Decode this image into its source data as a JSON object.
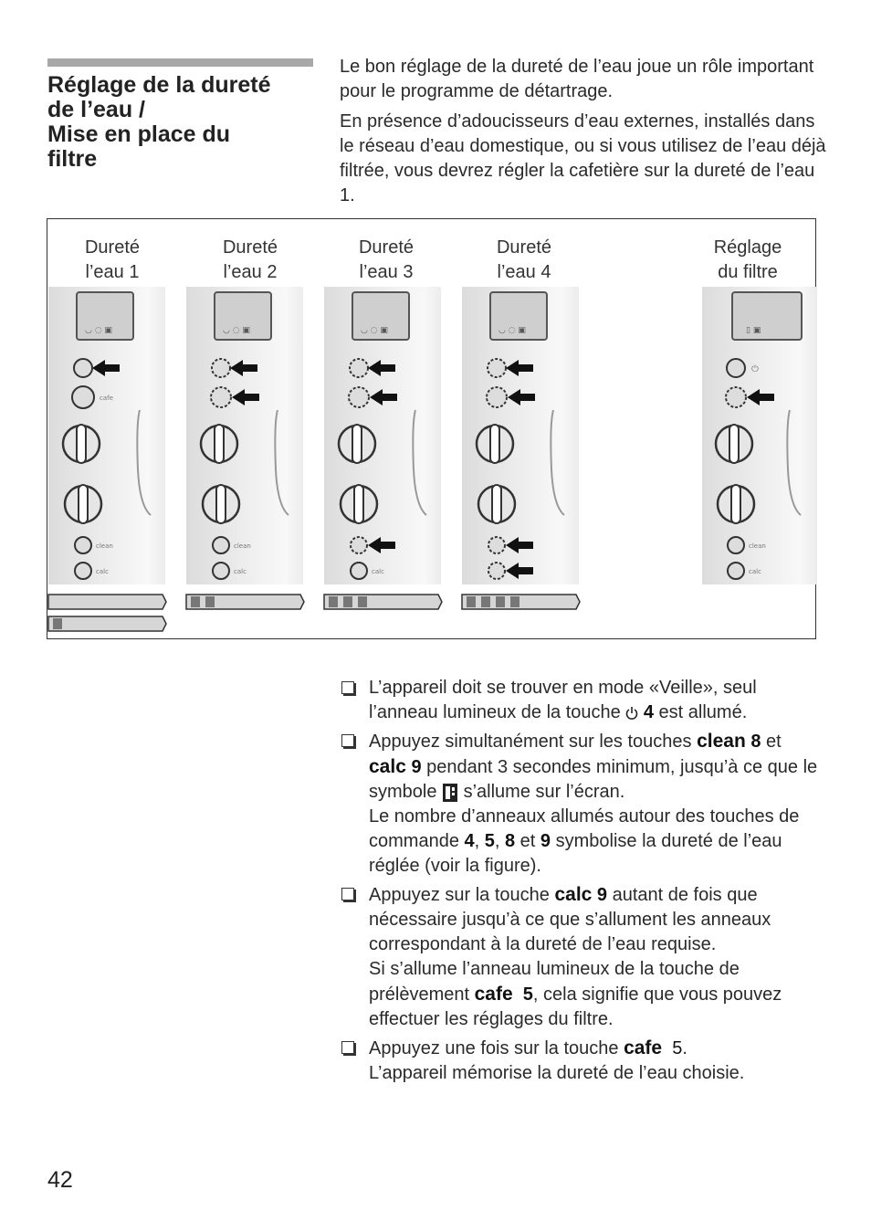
{
  "heading": {
    "lines": [
      "Réglage de la dureté",
      "de l’eau /",
      "Mise en place du",
      "filtre"
    ]
  },
  "intro": {
    "p1": "Le bon réglage de la dureté de l’eau joue un rôle important pour le programme de détartrage.",
    "p2": "En présence d’adoucisseurs d’eau externes, installés dans le réseau d’eau domestique, ou si vous utilisez de l’eau déjà filtrée, vous devrez régler la cafetière sur la dureté de l’eau 1."
  },
  "figure": {
    "captions": [
      {
        "l1": "Dureté",
        "l2": "l’eau 1"
      },
      {
        "l1": "Dureté",
        "l2": "l’eau 2"
      },
      {
        "l1": "Dureté",
        "l2": "l’eau 3"
      },
      {
        "l1": "Dureté",
        "l2": "l’eau 4"
      },
      {
        "l1": "Réglage",
        "l2": "du filtre"
      }
    ],
    "button_labels": {
      "cafe": "cafe",
      "clean": "clean",
      "calc": "calc"
    },
    "hardness_levels": [
      1,
      2,
      3,
      4
    ]
  },
  "steps": [
    {
      "a": "L’appareil doit se trouver en mode «Veille», seul l’anneau lumineux de la touche ",
      "power_icon": "power-icon",
      "b": " ",
      "n1": "4",
      "c": " est allumé."
    },
    {
      "a": "Appuyez simultanément sur les touches ",
      "k1": "clean",
      "n1": "8",
      "b": " et ",
      "k2": "calc",
      "n2": "9",
      "c": " pendant 3 secondes minimum, jusqu’à ce que le symbole ",
      "symbol_icon": "water-hardness-symbol-icon",
      "d": " s’allume sur l’écran.",
      "e": "Le nombre d’anneaux allumés autour des touches de commande ",
      "n3": "4",
      "f": ", ",
      "n4": "5",
      "g": ", ",
      "n5": "8",
      "h": " et ",
      "n6": "9",
      "i": " symbolise la dureté de l’eau réglée (voir la figure)."
    },
    {
      "a": "Appuyez sur la touche ",
      "k1": "calc",
      "n1": "9",
      "b": " autant de fois que nécessaire jusqu’à ce que s’allument les anneaux correspondant à la dureté de l’eau requise.",
      "c": "Si s’allume l’anneau lumineux de la touche de prélèvement ",
      "k2": "cafe",
      "n2": "5",
      "d": ", cela signifie que vous pouvez effectuer les réglages du filtre."
    },
    {
      "a": "Appuyez une fois sur la touche ",
      "k1": "cafe",
      "n1": "5",
      "b": ".",
      "c": "L’appareil mémorise la dureté de l’eau choisie."
    }
  ],
  "page_number": "42",
  "colors": {
    "text": "#2a2a2a",
    "rule": "#a8a8a8",
    "panel": "#e8e8e8",
    "border": "#333333"
  }
}
